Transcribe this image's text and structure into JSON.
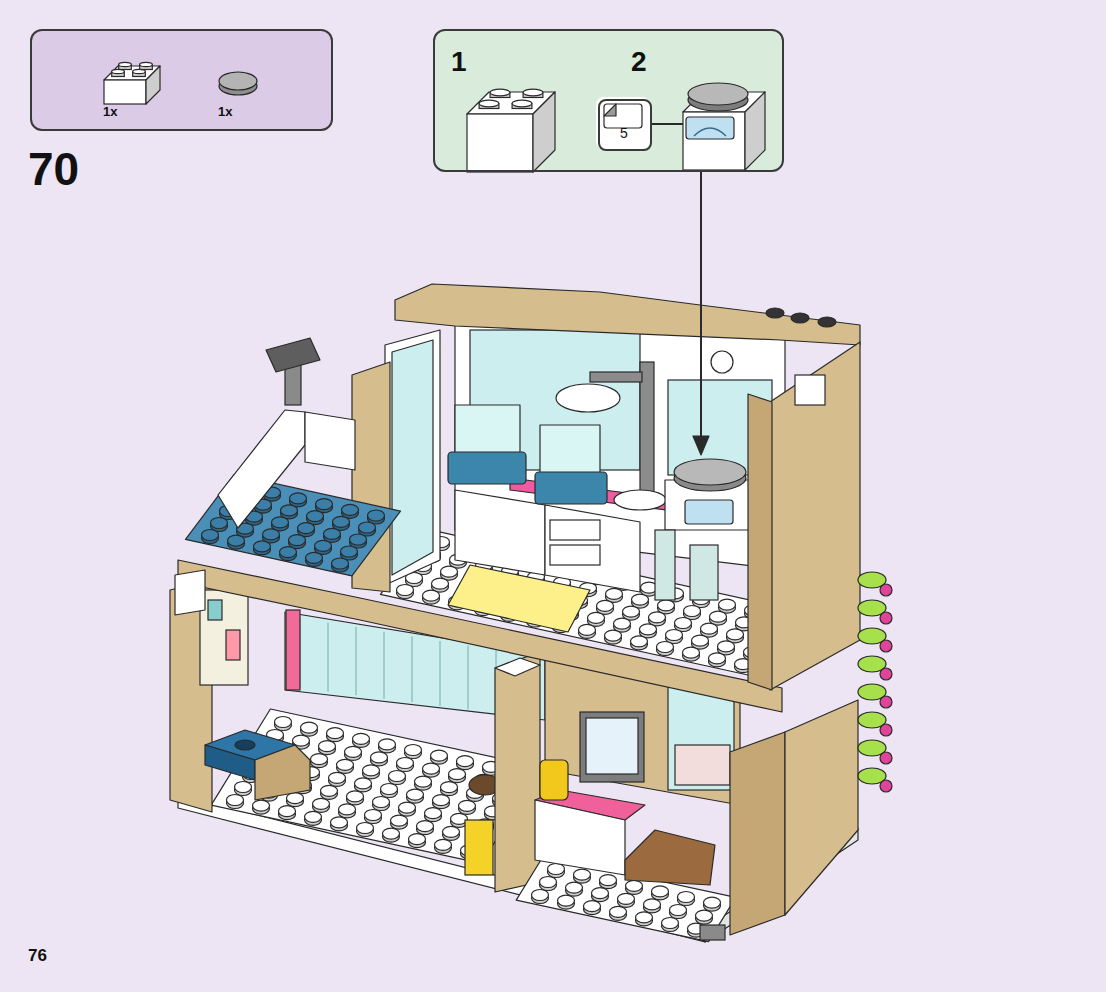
{
  "diagram": {
    "nodes": [
      {
        "text": [
          "1x",
          "1x"
        ]
      },
      {
        "text": [
          "1",
          "2"
        ]
      },
      {
        "text": [
          "5"
        ],
        "in": 1
      }
    ],
    "labels": [
      "70",
      "76"
    ]
  }
}
